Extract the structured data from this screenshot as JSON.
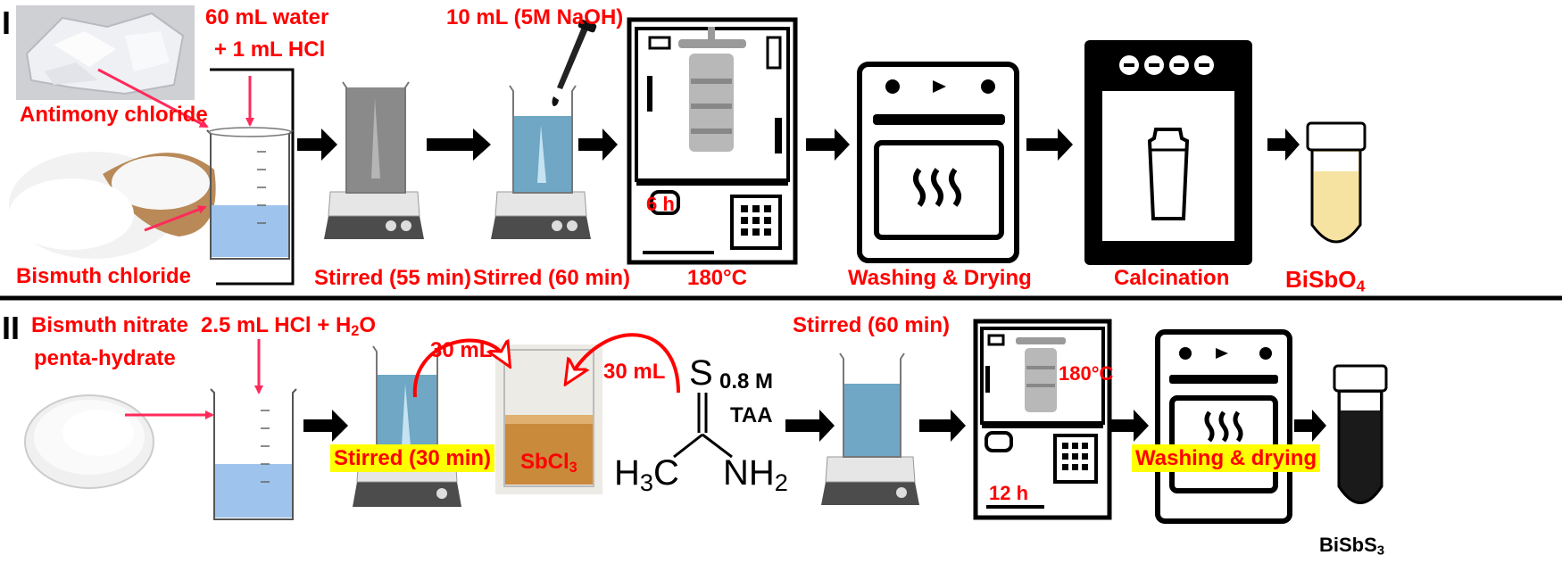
{
  "sections": {
    "one": {
      "numeral": "I",
      "labels": {
        "antimony_chloride": "Antimony chloride",
        "bismuth_chloride": "Bismuth chloride",
        "water_line1": "60 mL water",
        "water_line2": "+ 1 mL HCl",
        "naoh": "10 mL (5M NaOH)",
        "stirred_55": "Stirred (55 min)",
        "stirred_60": "Stirred (60 min)",
        "time_6h": "6 h",
        "temp": "180°C",
        "washing": "Washing & Drying",
        "calcination": "Calcination",
        "product_main": "BiSbO",
        "product_sub": "4"
      }
    },
    "two": {
      "numeral": "II",
      "labels": {
        "bismuth_nitrate_line1": "Bismuth nitrate",
        "bismuth_nitrate_line2": "penta-hydrate",
        "hcl_main": "2.5 mL HCl + H",
        "hcl_sub": "2",
        "hcl_tail": "O",
        "stirred_30": "Stirred (30 min)",
        "ml_30_a": "30 mL",
        "ml_30_b": "30 mL",
        "sbcl3_main": "SbCl",
        "sbcl3_sub": "3",
        "taa_conc": "0.8 M",
        "taa_name": "TAA",
        "stirred_60": "Stirred (60 min)",
        "time_12h": "12 h",
        "temp": "180°C",
        "washing": "Washing & drying",
        "product_main": "BiSbS",
        "product_sub": "3"
      },
      "structure": {
        "sulfur": "S",
        "methyl_main": "H",
        "methyl_sub": "3",
        "methyl_tail": "C",
        "amine_main": "NH",
        "amine_sub": "2"
      }
    }
  },
  "colors": {
    "label_red": "#ff0000",
    "highlight": "#ffff00",
    "solution_blue": "#9ec3ec",
    "stirred_blue": "#6fa7c4",
    "grey_solution": "#8a8a8a",
    "bisbo4_yellow": "#f7e3a1",
    "bisbs3_black": "#1a1a1a",
    "sbcl3_amber": "#c98a3c",
    "arrow_black": "#000000"
  },
  "icons": [
    "beaker-icon",
    "stirrer-icon",
    "autoclave-icon",
    "oven-icon",
    "furnace-icon",
    "vial-icon",
    "dropper-icon",
    "arrow-right-icon"
  ]
}
